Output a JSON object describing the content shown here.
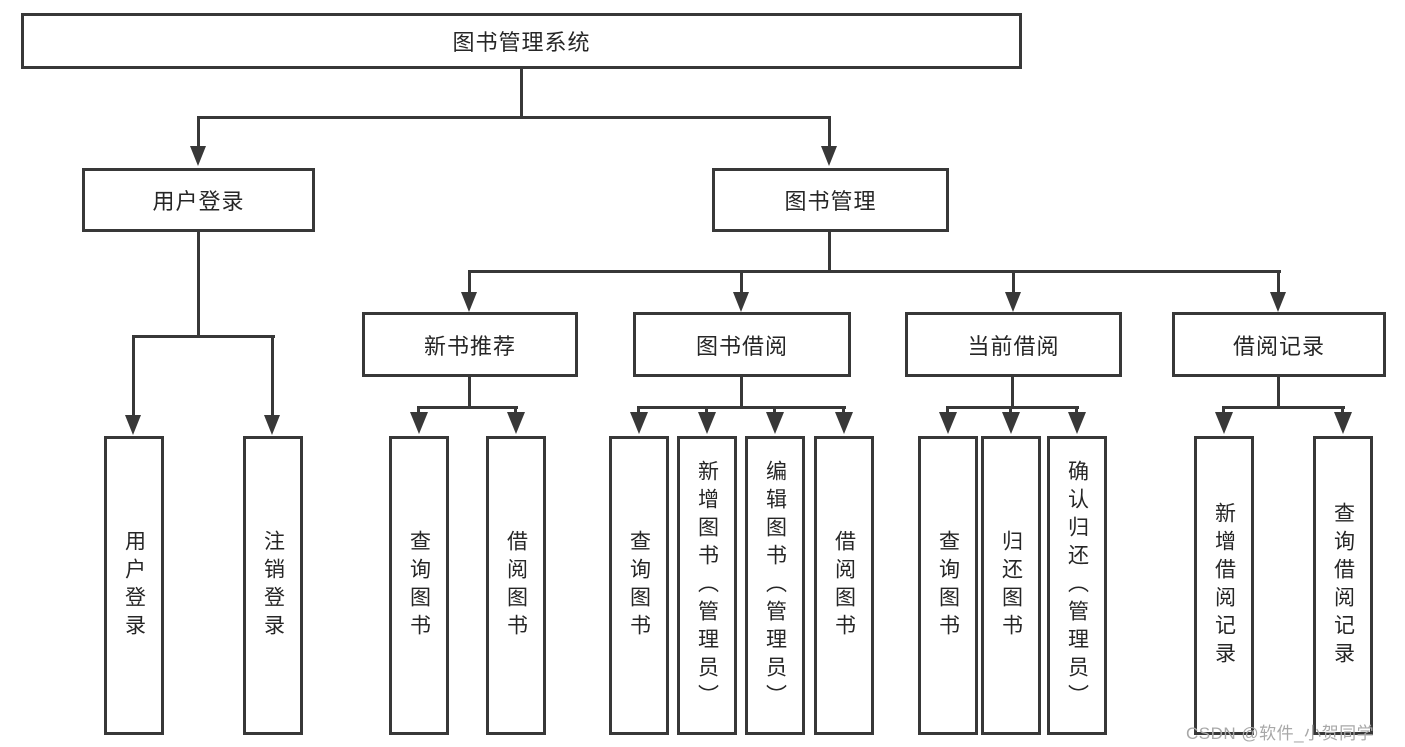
{
  "tree": {
    "root": "图书管理系统",
    "children": [
      {
        "label": "用户登录",
        "children": [
          "用户登录",
          "注销登录"
        ]
      },
      {
        "label": "图书管理",
        "children": [
          {
            "label": "新书推荐",
            "children": [
              "查询图书",
              "借阅图书"
            ]
          },
          {
            "label": "图书借阅",
            "children": [
              "查询图书",
              "新增图书（管理员）",
              "编辑图书（管理员）",
              "借阅图书"
            ]
          },
          {
            "label": "当前借阅",
            "children": [
              "查询图书",
              "归还图书",
              "确认归还（管理员）"
            ]
          },
          {
            "label": "借阅记录",
            "children": [
              "新增借阅记录",
              "查询借阅记录"
            ]
          }
        ]
      }
    ]
  },
  "watermark": "CSDN @软件_小贺同学",
  "colors": {
    "box_border": "#383838",
    "connector_line": "#383838",
    "text": "#262626",
    "watermark_text": "#a8a8a8",
    "background": "#ffffff"
  }
}
